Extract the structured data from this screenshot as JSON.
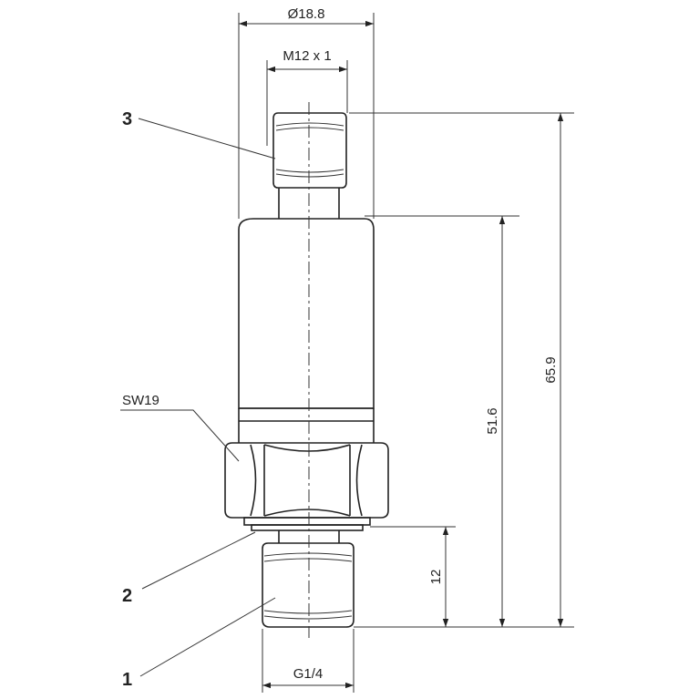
{
  "dimensions": {
    "outer_diameter": "Ø18.8",
    "connector_thread": "M12 x 1",
    "process_thread": "G1/4",
    "height_thread": "12",
    "height_body": "51.6",
    "height_total": "65.9",
    "wrench_size": "SW19"
  },
  "callouts": [
    "3",
    "2",
    "1"
  ]
}
